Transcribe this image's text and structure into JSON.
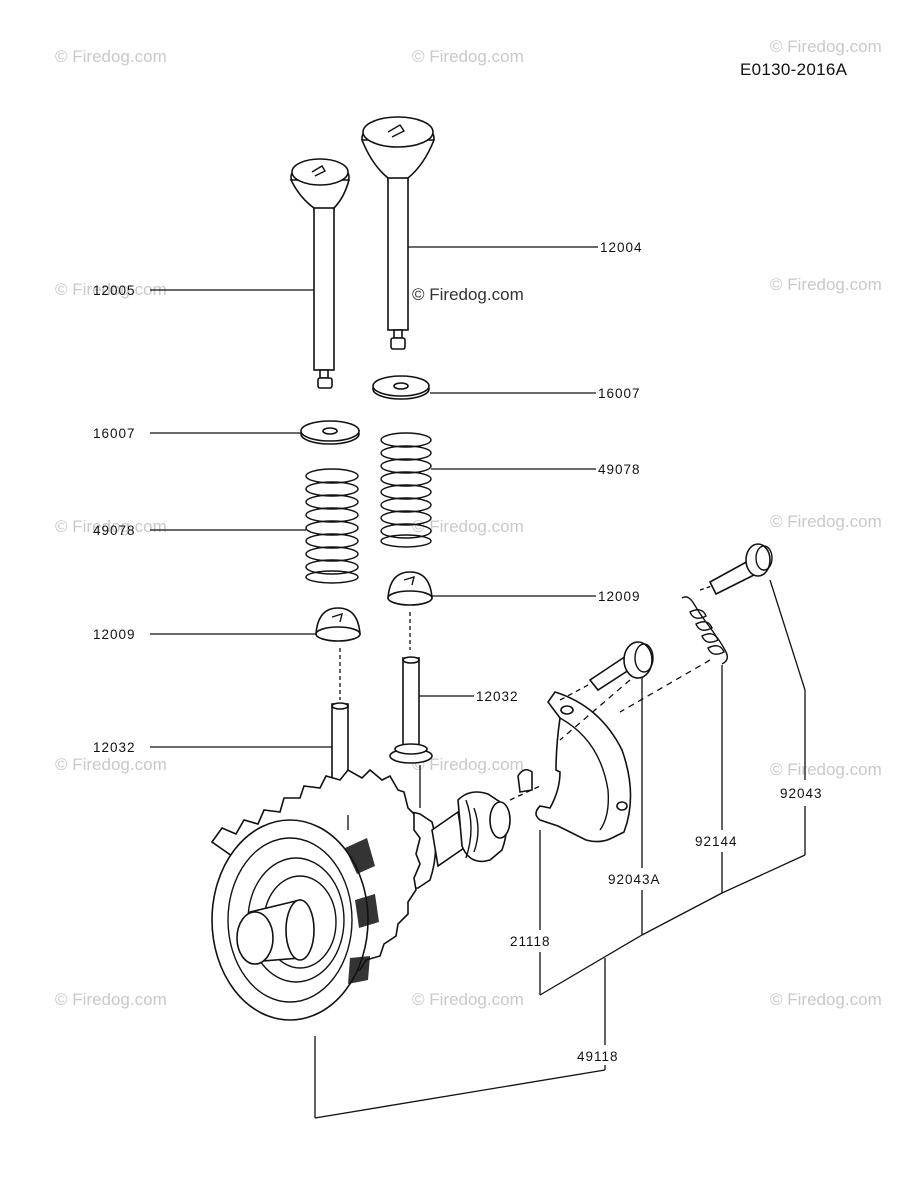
{
  "diagram": {
    "reference_code": "E0130-2016A",
    "watermark": "© Firedog.com",
    "callouts": [
      {
        "id": "12004",
        "text": "12004"
      },
      {
        "id": "12005",
        "text": "12005"
      },
      {
        "id": "16007a",
        "text": "16007"
      },
      {
        "id": "16007b",
        "text": "16007"
      },
      {
        "id": "49078a",
        "text": "49078"
      },
      {
        "id": "49078b",
        "text": "49078"
      },
      {
        "id": "12009a",
        "text": "12009"
      },
      {
        "id": "12009b",
        "text": "12009"
      },
      {
        "id": "12032a",
        "text": "12032"
      },
      {
        "id": "12032b",
        "text": "12032"
      },
      {
        "id": "92043",
        "text": "92043"
      },
      {
        "id": "92144",
        "text": "92144"
      },
      {
        "id": "92043A",
        "text": "92043A"
      },
      {
        "id": "21118",
        "text": "21118"
      },
      {
        "id": "49118",
        "text": "49118"
      }
    ]
  }
}
